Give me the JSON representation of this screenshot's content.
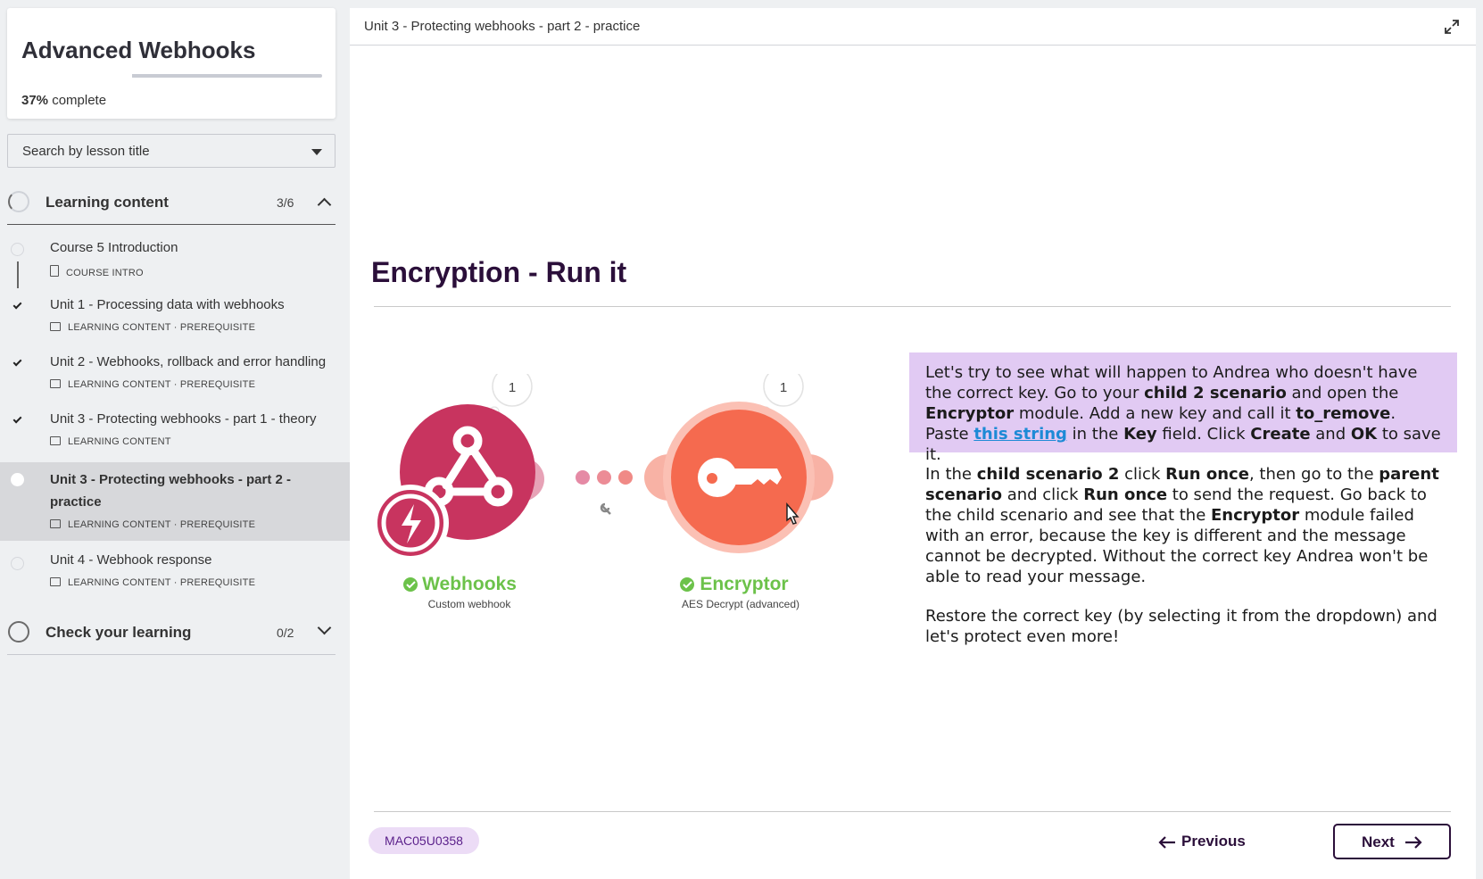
{
  "course": {
    "title": "Advanced Webhooks",
    "progress_percent": "37%",
    "progress_suffix": " complete",
    "progress_fraction": 0.37
  },
  "search": {
    "placeholder": "Search by lesson title"
  },
  "sections": [
    {
      "title": "Learning content",
      "count": "3/6",
      "expanded": true
    },
    {
      "title": "Check your learning",
      "count": "0/2",
      "expanded": false
    }
  ],
  "lessons": [
    {
      "title": "Course 5 Introduction",
      "meta": "COURSE INTRO",
      "completed": false,
      "active": false
    },
    {
      "title": "Unit 1 - Processing data with webhooks",
      "meta": "LEARNING CONTENT · PREREQUISITE",
      "completed": true,
      "active": false
    },
    {
      "title": "Unit 2 - Webhooks, rollback and error handling",
      "meta": "LEARNING CONTENT · PREREQUISITE",
      "completed": true,
      "active": false
    },
    {
      "title": "Unit 3 - Protecting webhooks - part 1 - theory",
      "meta": "LEARNING CONTENT",
      "completed": true,
      "active": false
    },
    {
      "title_line1": "Unit 3 - Protecting webhooks - part 2 -",
      "title_line2": "practice",
      "meta": "LEARNING CONTENT · PREREQUISITE",
      "completed": false,
      "active": true
    },
    {
      "title": "Unit 4 - Webhook response",
      "meta": "LEARNING CONTENT · PREREQUISITE",
      "completed": false,
      "active": false
    }
  ],
  "topbar": {
    "title": "Unit 3 - Protecting webhooks - part 2 - practice"
  },
  "page": {
    "title": "Encryption - Run it"
  },
  "diagram": {
    "module1": {
      "name": "Webhooks",
      "subtitle": "Custom webhook",
      "bubble": "1",
      "color": "#c8345f"
    },
    "module2": {
      "name": "Encryptor",
      "subtitle": "AES Decrypt (advanced)",
      "bubble": "1",
      "color": "#f56a4f"
    },
    "status_color": "#6cc24a"
  },
  "callout": {
    "t1": "Let's try to see what will happen to Andrea who doesn't have the correct key. Go to your ",
    "b1": "child 2 scenario",
    "t2": " and open the ",
    "b2": "Encryptor",
    "t3": " module. Add a new key and call it ",
    "b3": "to_remove",
    "t4": ". Paste ",
    "link": "this string",
    "t5": " in the ",
    "b4": "Key",
    "t6": " field. Click ",
    "b5": "Create",
    "t7": " and ",
    "b6": "OK",
    "t8": " to save it."
  },
  "para1": {
    "t1": "In the ",
    "b1": "child scenario 2",
    "t2": " click ",
    "b2": "Run once",
    "t3": ", then go to the ",
    "b3": "parent scenario",
    "t4": " and click ",
    "b4": "Run once",
    "t5": " to send the request. Go back to the child scenario and see that the ",
    "b5": "Encryptor",
    "t6": " module failed with an error, because the key is different and the message cannot be decrypted. Without the correct key Andrea won't be able to read your message."
  },
  "para2": {
    "text": "Restore the correct key (by selecting it from the dropdown) and let's protect even more!"
  },
  "footer": {
    "code": "MAC05U0358",
    "previous_label": "Previous",
    "next_label": "Next"
  },
  "colors": {
    "accent": "#2b0f3a",
    "callout_bg": "#e1caf3",
    "link": "#1d8ad6"
  }
}
